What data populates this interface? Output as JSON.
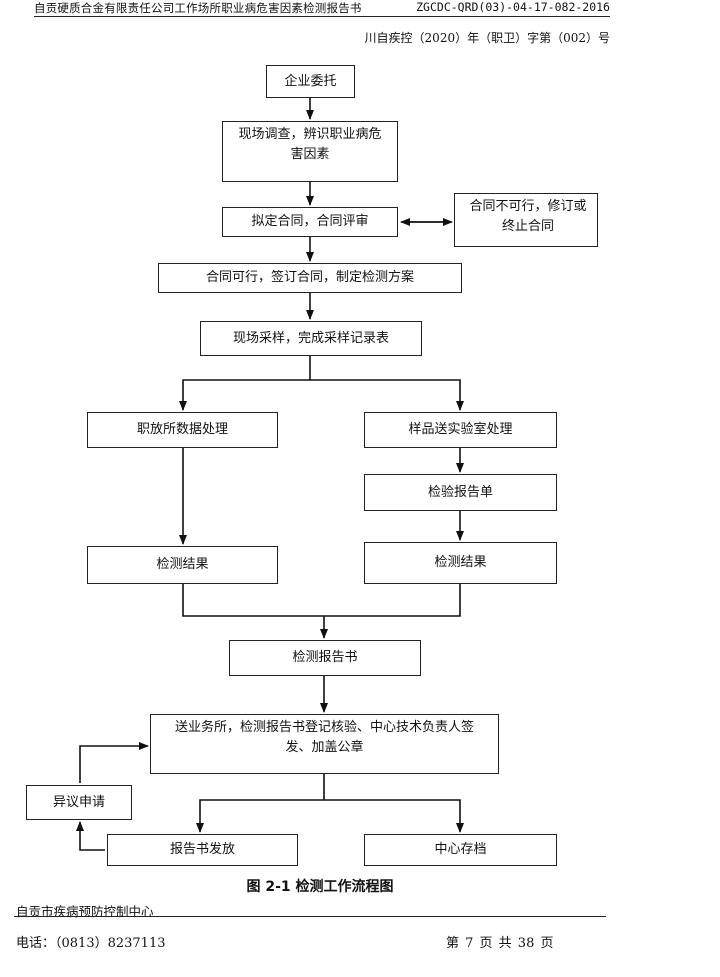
{
  "header": {
    "title": "自贡硬质合金有限责任公司工作场所职业病危害因素检测报告书",
    "code": "ZGCDC-QRD(03)-04-17-082-2016",
    "doc_number": "川自疾控（2020）年（职卫）字第（002）号"
  },
  "flowchart": {
    "node_entrust": "企业委托",
    "node_survey": "现场调查，辨识职业病危害因素",
    "node_contract": "拟定合同，合同评审",
    "node_not_feasible": "合同不可行，修订或终止合同",
    "node_sign": "合同可行，签订合同，制定检测方案",
    "node_sampling": "现场采样，完成采样记录表",
    "node_field_data": "职放所数据处理",
    "node_lab": "样品送实验室处理",
    "node_lab_report": "检验报告单",
    "node_result_left": "检测结果",
    "node_result_right": "检测结果",
    "node_report": "检测报告书",
    "node_review": "送业务所，检测报告书登记核验、中心技术负责人签发、加盖公章",
    "node_objection": "异议申请",
    "node_issue": "报告书发放",
    "node_archive": "中心存档"
  },
  "caption": "图 2-1 检测工作流程图",
  "footer": {
    "organization": "自贡市疾病预防控制中心",
    "phone": "电话：（0813）8237113",
    "page": "第 7 页  共 38 页"
  }
}
